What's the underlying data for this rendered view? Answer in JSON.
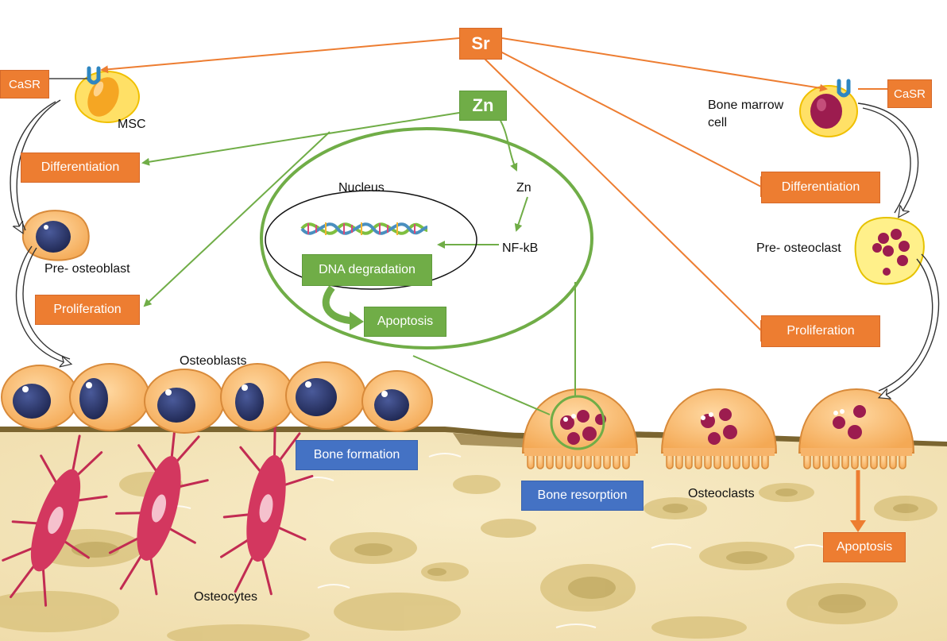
{
  "diagram": {
    "sr_label": "Sr",
    "zn_label": "Zn",
    "left": {
      "casr": "CaSR",
      "msc": "MSC",
      "differentiation": "Differentiation",
      "pre_osteoblast": "Pre- osteoblast",
      "proliferation": "Proliferation",
      "osteoblasts": "Osteoblasts",
      "bone_formation": "Bone formation",
      "osteocytes": "Osteocytes"
    },
    "center": {
      "nucleus": "Nucleus",
      "zn": "Zn",
      "nfkb": "NF-kB",
      "dna_degradation": "DNA degradation",
      "apoptosis": "Apoptosis",
      "bone_resorption": "Bone resorption"
    },
    "right": {
      "casr": "CaSR",
      "bone_marrow_line1": "Bone marrow",
      "bone_marrow_line2": "cell",
      "differentiation": "Differentiation",
      "pre_osteoclast": "Pre- osteoclast",
      "proliferation": "Proliferation",
      "osteoclasts": "Osteoclasts",
      "apoptosis": "Apoptosis"
    },
    "colors": {
      "sr_orange": "#ed7d31",
      "zn_green": "#70ad47",
      "process_blue": "#4472c4",
      "cell_orange": "#f9b872",
      "nucleus_navy": "#2b3566",
      "osteocyte_pink": "#d3375f",
      "bone_tan": "#f3e6c0",
      "bone_edge": "#7b6530"
    }
  }
}
